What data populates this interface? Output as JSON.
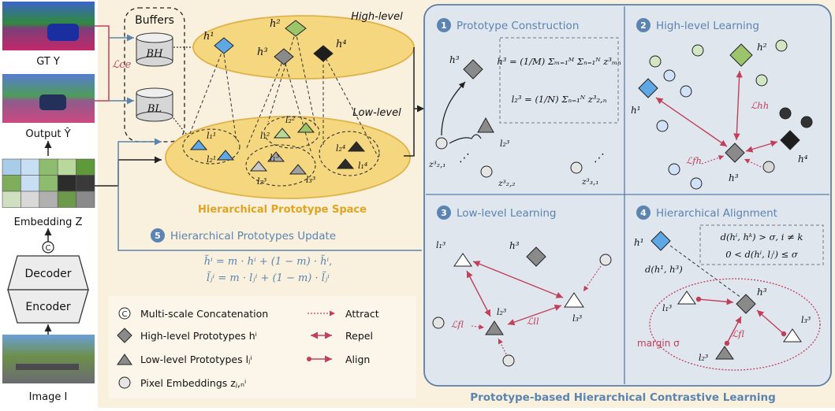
{
  "left_panel": {
    "gt_label": "GT Y",
    "output_label": "Output Ŷ",
    "embedding_label": "Embedding Z",
    "decoder_label": "Decoder",
    "encoder_label": "Encoder",
    "image_label": "Image I",
    "concat_symbol": "C",
    "loss_label": "ℒce"
  },
  "buffers": {
    "title": "Buffers",
    "high": "BH",
    "low": "BL"
  },
  "space": {
    "high_level_label": "High-level",
    "low_level_label": "Low-level",
    "title": "Hierarchical Prototype Space",
    "high_protos": [
      "h¹",
      "h²",
      "h³",
      "h⁴"
    ],
    "low_protos": [
      "l₁¹",
      "l₂¹",
      "l₁²",
      "l₂²",
      "l₁³",
      "l₂³",
      "l₃³",
      "l₁⁴",
      "l₂⁴"
    ]
  },
  "update": {
    "step": "5",
    "title": "Hierarchical Prototypes Update",
    "eq1": "h̃ⁱ = m · hⁱ + (1 − m) · h̃ⁱ,",
    "eq2": "l̃ⱼⁱ = m · lⱼⁱ + (1 − m) · l̃ⱼⁱ"
  },
  "legend": {
    "concat": "Multi-scale Concatenation",
    "high": "High-level Prototypes hⁱ",
    "low": "Low-level Prototypes lⱼⁱ",
    "pixel": "Pixel Embeddings zⱼ,ₙⁱ",
    "attract": "Attract",
    "repel": "Repel",
    "align": "Align"
  },
  "panels": {
    "p1": {
      "step": "1",
      "title": "Prototype Construction",
      "eq1": "h³ = (1/M) Σₘ₌₁ᴹ Σₙ₌₁ᴺ z³ₘₙ",
      "eq2": "l₂³ = (1/N) Σₙ₌₁ᴺ z³₂,ₙ",
      "labels": [
        "h³",
        "l₂³",
        "z³₂,₁",
        "z³₂,₂",
        "z³₃,₁"
      ]
    },
    "p2": {
      "step": "2",
      "title": "High-level Learning",
      "labels": [
        "h¹",
        "h²",
        "h³",
        "h⁴",
        "ℒhh",
        "ℒfh"
      ]
    },
    "p3": {
      "step": "3",
      "title": "Low-level Learning",
      "labels": [
        "l₁³",
        "h³",
        "l₂³",
        "l₃³",
        "ℒfl",
        "ℒll"
      ]
    },
    "p4": {
      "step": "4",
      "title": "Hierarchical Alignment",
      "cond1": "d(hⁱ, hᵏ) > σ,  i ≠ k",
      "cond2": "0 < d(hⁱ, lⱼⁱ) ≤ σ",
      "labels": [
        "h¹",
        "d(h¹, h³)",
        "h³",
        "l₁³",
        "l₂³",
        "l₃³",
        "ℒfl",
        "margin σ"
      ]
    }
  },
  "main_title": "Prototype-based Hierarchical Contrastive Learning",
  "colors": {
    "cream": "#f9f0dd",
    "panel_bg": "#dfe6ee",
    "panel_border": "#5b7fa6",
    "step_circle": "#5b84b1",
    "ellipse_fill": "#f5d77f",
    "ellipse_stroke": "#e0b24a",
    "space_title": "#e0a520",
    "blue_proto": "#5fa8e6",
    "green_proto": "#9cc46b",
    "gray_proto": "#8a8a8a",
    "black_proto": "#1e1e1e",
    "red_arrow": "#c0405a"
  }
}
